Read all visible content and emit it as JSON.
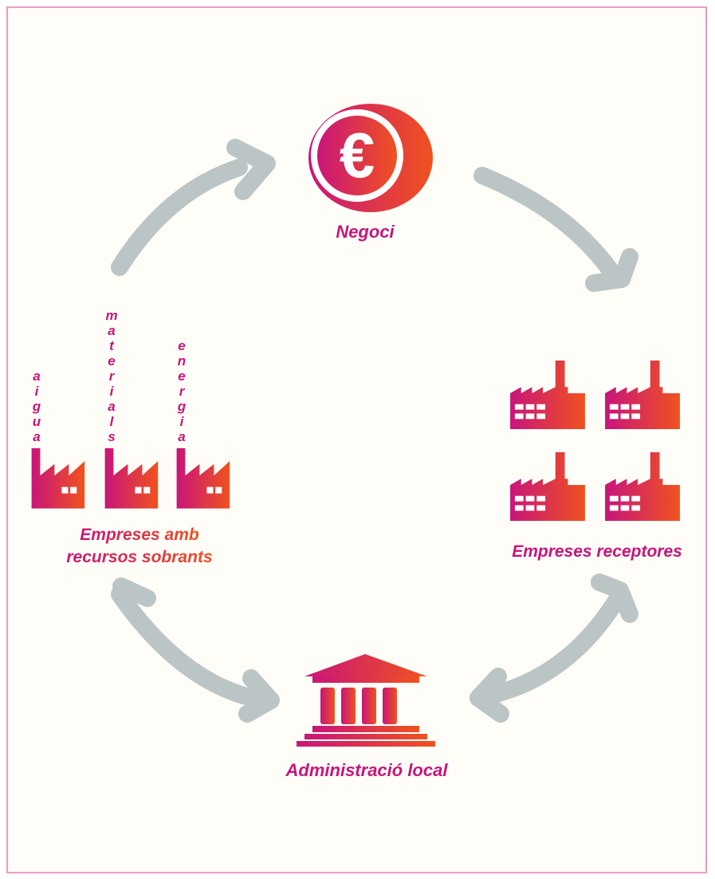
{
  "colors": {
    "gradient_start": "#c8157a",
    "gradient_end": "#f0521e",
    "arrow": "#bcc5c5",
    "border": "#ef9ac8"
  },
  "nodes": {
    "business": {
      "label": "Negoci",
      "icon": "euro-coin-icon"
    },
    "surplus": {
      "label_line1": "Empreses amb",
      "label_line2": "recursos sobrants",
      "icon": "factory-icon"
    },
    "receivers": {
      "label": "Empreses receptores",
      "icon": "factory-icon"
    },
    "administration": {
      "label": "Administració local",
      "icon": "government-building-icon"
    }
  },
  "resources": [
    "aigua",
    "materials",
    "energia"
  ],
  "symbols": {
    "euro": "€"
  }
}
